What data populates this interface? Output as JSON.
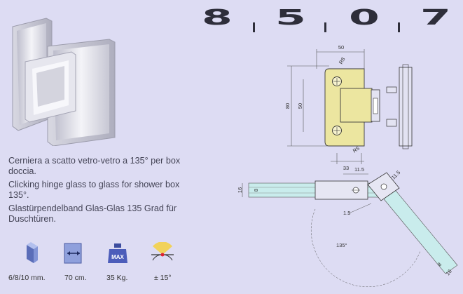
{
  "product_code": {
    "digits": [
      "8",
      "5",
      "0",
      "7"
    ]
  },
  "description": {
    "italian": "Cerniera a scatto vetro-vetro a 135° per box doccia.",
    "english": "Clicking hinge glass to glass for shower box 135°.",
    "german": "Glastürpendelband Glas-Glas 135 Grad für Duschtüren."
  },
  "specs": [
    {
      "icon": "glass-thickness-icon",
      "label": "6/8/10 mm."
    },
    {
      "icon": "door-width-icon",
      "label": "70 cm."
    },
    {
      "icon": "max-weight-icon",
      "icon_text": "MAX",
      "label": "35 Kg."
    },
    {
      "icon": "adjustment-angle-icon",
      "label": "± 15°"
    }
  ],
  "drawing": {
    "top_view": {
      "width": "50",
      "height": "80",
      "inner_height": "50",
      "radius_top": "R8",
      "radius_bottom": "R5",
      "offset": "33"
    },
    "plan_view": {
      "glass_outer": "16",
      "glass_inner": "8",
      "gap_left": "11.5",
      "gap_right": "11.5",
      "clearance": "1.5",
      "angle": "135°",
      "glass_outer_right": "16",
      "glass_inner_right": "8"
    }
  },
  "colors": {
    "background": "#dddcf3",
    "hinge_plate": "#ece6a0",
    "glass": "#c9ecec",
    "text": "#3a3a4a"
  }
}
